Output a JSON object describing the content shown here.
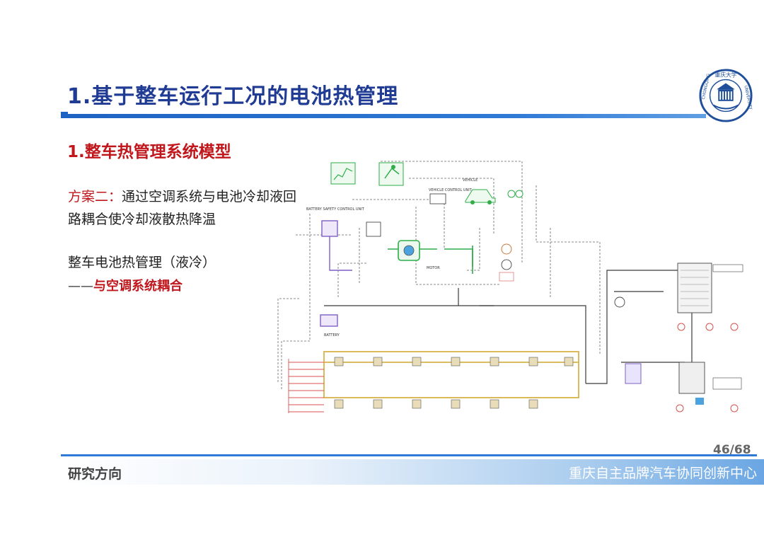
{
  "slide": {
    "title": "1.基于整车运行工况的电池热管理",
    "subtitle": "1.整车热管理系统模型",
    "scheme_label": "方案二",
    "scheme_colon": "：",
    "scheme_text": "通过空调系统与电池冷却液回路耦合使冷却液散热降温",
    "body_line1": "整车电池热管理（液冷）",
    "body_dash": "——",
    "body_line2": "与空调系统耦合",
    "page_number": "46/68",
    "footer_left": "研究方向",
    "footer_right": "重庆自主品牌汽车协同创新中心"
  },
  "logo": {
    "top_text": "重庆大学",
    "left_text": "CHONGQING",
    "right_text": "UNIVERSITY",
    "color": "#1f4f9a"
  },
  "diagram": {
    "labels": {
      "vehicle_control_unit": "VEHICLE CONTROL UNIT",
      "vehicle": "VEHICLE",
      "battery_safety_control_unit": "BATTERY SAFETY CONTROL UNIT",
      "motor": "MOTOR",
      "battery": "BATTERY"
    },
    "colors": {
      "signal": "#555555",
      "coolant": "#d9b24a",
      "motor_loop": "#2eae48",
      "battery_loop": "#7f5fc7",
      "fluid": "#3a3a3a",
      "alert": "#d9534f"
    }
  }
}
